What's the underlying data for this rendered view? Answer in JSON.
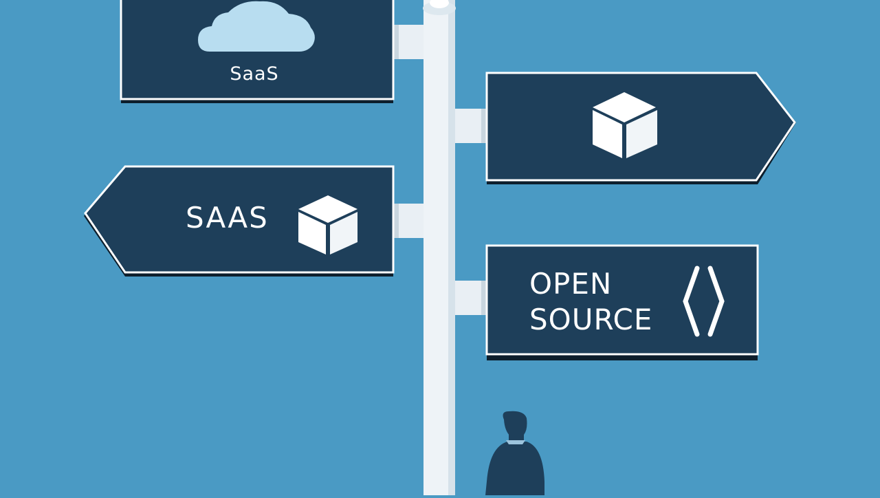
{
  "signs": {
    "top_left": {
      "label": "SaaS",
      "icon": "cloud-icon"
    },
    "right": {
      "label": "",
      "icon": "box-icon"
    },
    "left": {
      "label": "SAAS",
      "icon": "box-icon"
    },
    "bottom_right": {
      "label_line1": "OPEN",
      "label_line2": "SOURCE",
      "icon": "code-brackets-icon"
    }
  },
  "colors": {
    "background": "#4a9ac4",
    "sign_fill": "#1e3f5a",
    "sign_border": "#ffffff",
    "sign_shadow": "#0d1e2c",
    "pole": "#eef3f7",
    "cloud": "#b8ddf0",
    "person": "#1e3f5a"
  }
}
